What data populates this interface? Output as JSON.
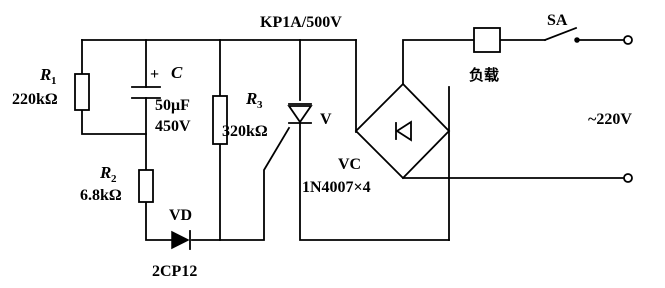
{
  "labels": {
    "r1": {
      "symbol": "R",
      "sub": "1",
      "value": "220kΩ"
    },
    "c": {
      "symbol": "C",
      "polarity": "+",
      "cap": "50μF",
      "volt": "450V"
    },
    "r2": {
      "symbol": "R",
      "sub": "2",
      "value": "6.8kΩ"
    },
    "r3": {
      "symbol": "R",
      "sub": "3",
      "value": "320kΩ"
    },
    "vd": {
      "name": "VD",
      "model": "2CP12"
    },
    "scr": {
      "rating": "KP1A/500V",
      "name": "V"
    },
    "bridge": {
      "name": "VC",
      "model": "1N4007×4"
    },
    "load": "负载",
    "switch": "SA",
    "supply": "~220V"
  }
}
